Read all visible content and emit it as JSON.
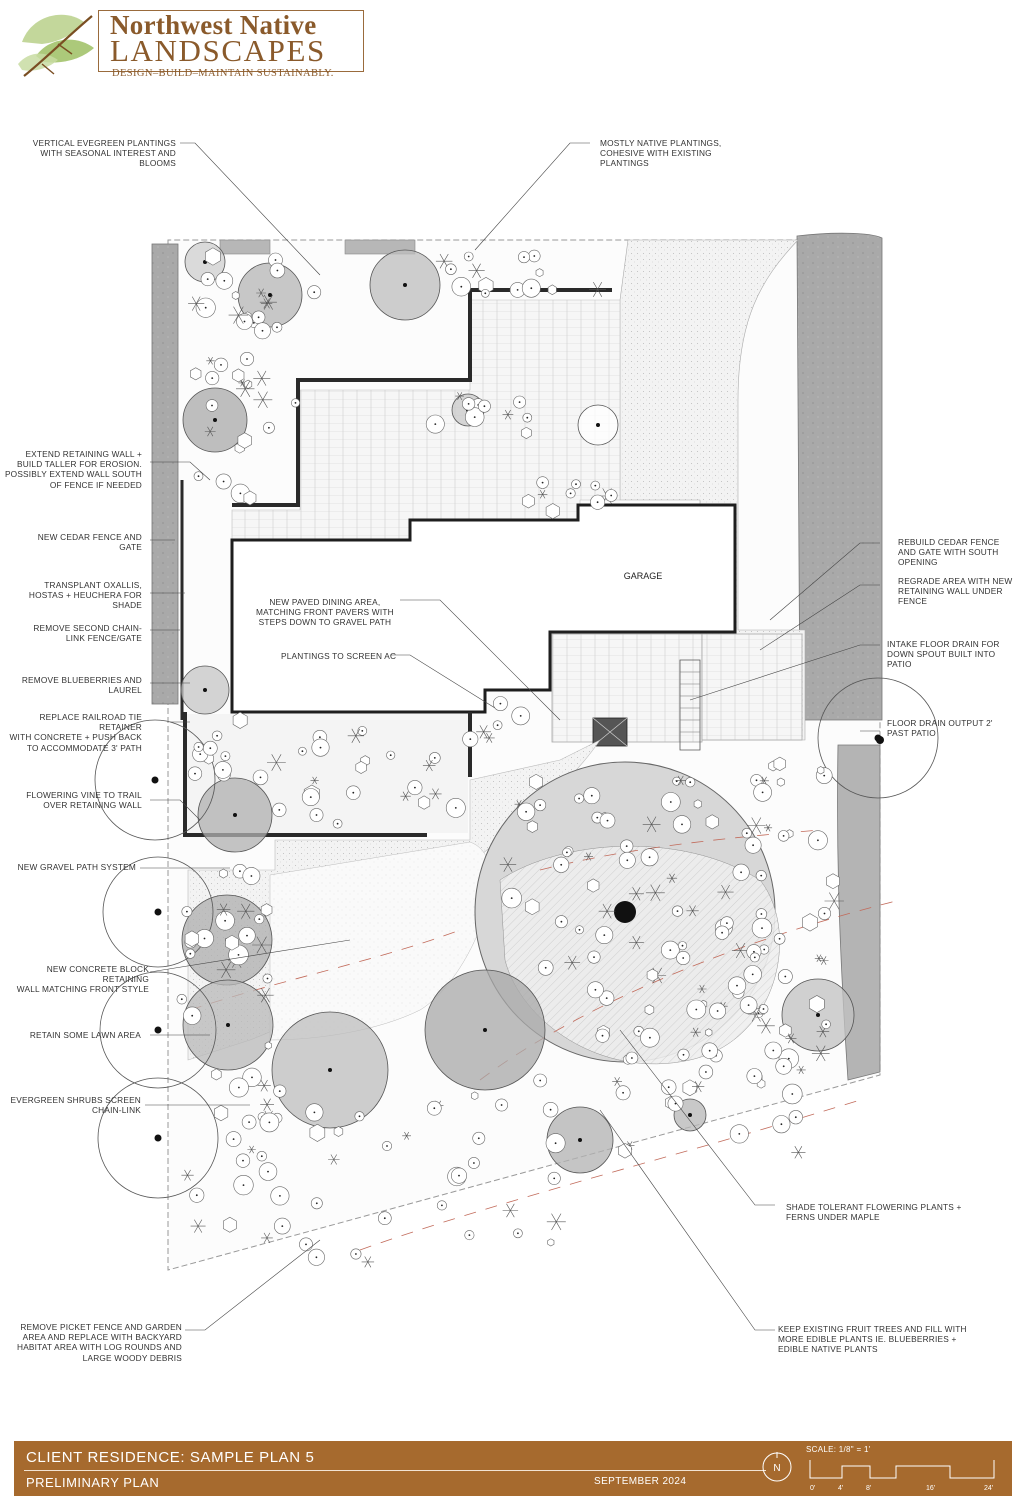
{
  "logo": {
    "line1": "Northwest Native",
    "line2": "LANDSCAPES",
    "tagline": "DESIGN–BUILD–MAINTAIN  SUSTAINABLY."
  },
  "building": {
    "garage_label": "GARAGE"
  },
  "notes_left": [
    "VERTICAL EVEGREEN PLANTINGS\nWITH SEASONAL INTEREST AND\nBLOOMS",
    "EXTEND RETAINING WALL +\nBUILD TALLER FOR EROSION.\nPOSSIBLY EXTEND WALL SOUTH\nOF FENCE IF NEEDED",
    "NEW CEDAR FENCE AND\nGATE",
    "TRANSPLANT OXALLIS,\nHOSTAS + HEUCHERA FOR\nSHADE",
    "REMOVE SECOND CHAIN-\nLINK FENCE/GATE",
    "REMOVE BLUEBERRIES AND\nLAUREL",
    "REPLACE RAILROAD TIE RETAINER\nWITH CONCRETE + PUSH BACK\nTO ACCOMMODATE 3' PATH",
    "FLOWERING VINE TO TRAIL\nOVER RETAINING WALL",
    "NEW GRAVEL PATH SYSTEM",
    "NEW CONCRETE BLOCK RETAINING\nWALL MATCHING FRONT STYLE",
    "RETAIN SOME LAWN AREA",
    "EVERGREEN SHRUBS SCREEN\nCHAIN-LINK",
    "REMOVE PICKET FENCE AND GARDEN\nAREA AND REPLACE WITH BACKYARD\nHABITAT AREA WITH LOG ROUNDS AND\nLARGE WOODY DEBRIS"
  ],
  "notes_right": [
    "MOSTLY NATIVE PLANTINGS,\nCOHESIVE WITH EXISTING\nPLANTINGS",
    "REBUILD CEDAR FENCE\nAND GATE WITH SOUTH\nOPENING",
    "REGRADE AREA WITH NEW\nRETAINING WALL UNDER\nFENCE",
    "INTAKE FLOOR DRAIN FOR\nDOWN SPOUT BUILT INTO\nPATIO",
    "FLOOR DRAIN OUTPUT 2'\nPAST PATIO",
    "SHADE TOLERANT FLOWERING PLANTS +\nFERNS UNDER MAPLE",
    "KEEP EXISTING FRUIT TREES AND FILL WITH\nMORE EDIBLE PLANTS IE. BLUEBERRIES +\nEDIBLE NATIVE PLANTS"
  ],
  "notes_center": [
    "NEW PAVED DINING AREA,\nMATCHING FRONT PAVERS WITH\nSTEPS DOWN TO GRAVEL PATH",
    "PLANTINGS TO SCREEN AC"
  ],
  "title_block": {
    "title": "CLIENT RESIDENCE: SAMPLE PLAN 5",
    "subtitle": "PRELIMINARY PLAN",
    "date": "SEPTEMBER 2024",
    "scale_text": "SCALE: 1/8\" = 1'",
    "north_label": "N",
    "scale_ticks": [
      "0'",
      "4'",
      "8'",
      "16'",
      "24'"
    ]
  },
  "colors": {
    "brand_brown": "#a66a2e",
    "logo_brown": "#8a5a2b"
  }
}
